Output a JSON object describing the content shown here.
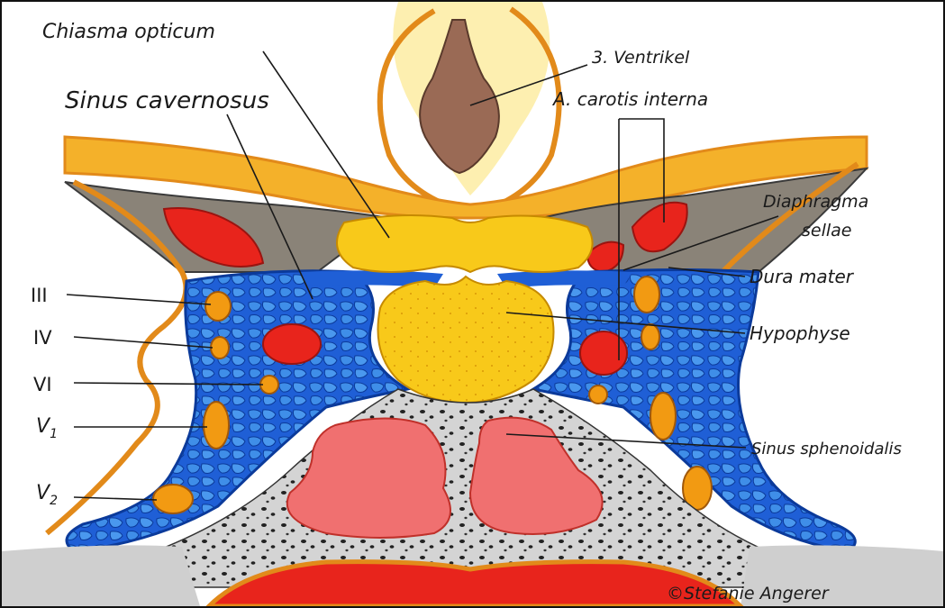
{
  "labels": {
    "chiasma_opticum": "Chiasma opticum",
    "ventrikel_3": "3. Ventrikel",
    "sinus_cavernosus": "Sinus cavernosus",
    "a_carotis_interna": "A. carotis interna",
    "diaphragma_line1": "Diaphragma",
    "diaphragma_line2": "sellae",
    "dura_mater": "Dura mater",
    "hypophyse": "Hypophyse",
    "sinus_sphenoidalis": "Sinus sphenoidalis",
    "nerve_iii": "III",
    "nerve_iv": "IV",
    "nerve_vi": "VI",
    "nerve_v1_main": "V",
    "nerve_v1_sub": "1",
    "nerve_v2_main": "V",
    "nerve_v2_sub": "2"
  },
  "credit": "©Stefanie Angerer",
  "colors": {
    "paper": "#ffffff",
    "sinus_blue": "#1f5fd6",
    "sinus_light": "#3f8ee8",
    "artery_red": "#e8241c",
    "nerve_orange": "#f29a12",
    "hypophyse_yellow": "#f8c91a",
    "dura_grey": "#8a8378",
    "bone_grey": "#c9c9c9",
    "sphenoid_pink": "#f07070",
    "brain_yellow": "#fbe28c",
    "outline_orange": "#e28a1a",
    "ventricle_brown": "#9a6a55"
  }
}
